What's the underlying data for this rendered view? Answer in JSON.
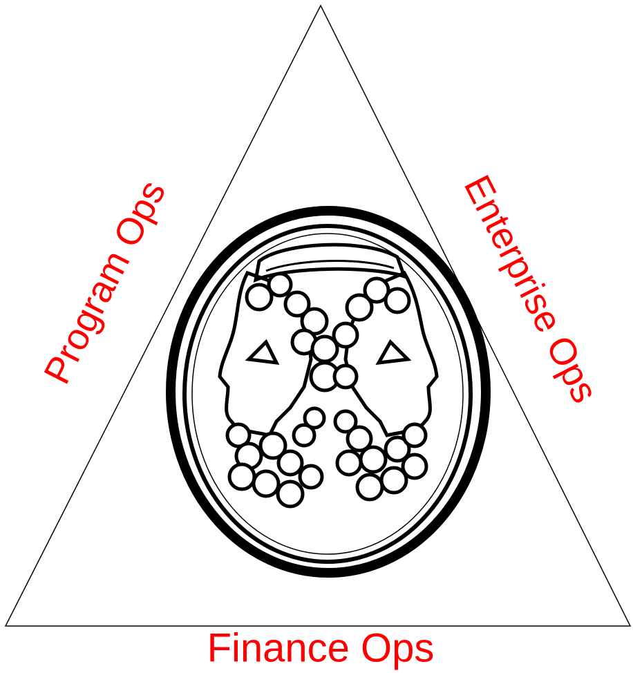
{
  "labels": {
    "left": "Program Ops",
    "right": "Enterprise Ops",
    "bottom": "Finance Ops"
  },
  "colors": {
    "label": "#ff0000",
    "line": "#000000",
    "background": "#ffffff"
  },
  "emblem": {
    "subject": "two-faced-head-medallion-icon"
  }
}
